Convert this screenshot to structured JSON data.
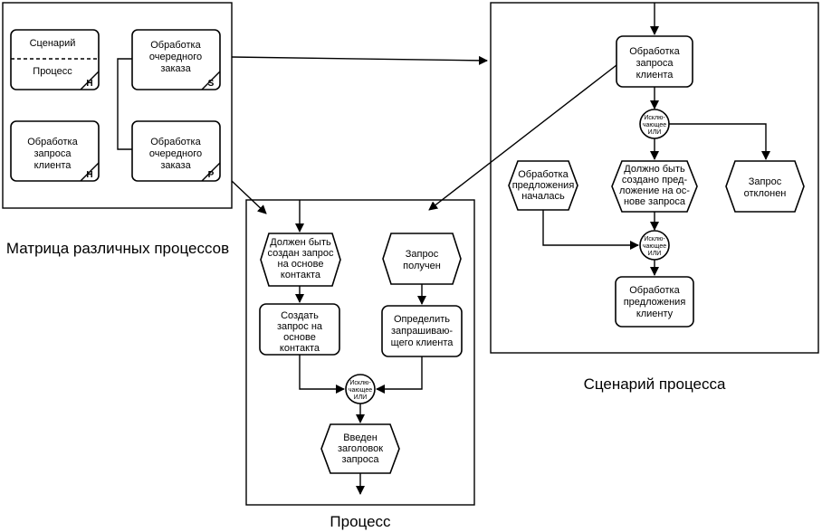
{
  "matrix": {
    "caption": "Матрица различных процессов",
    "legend": {
      "top": "Сценарий",
      "bottom": "Процесс",
      "badge": "H"
    },
    "cells": [
      {
        "lines": [
          "Обработка",
          "очередного",
          "заказа"
        ],
        "badge": "S"
      },
      {
        "lines": [
          "Обработка",
          "запроса",
          "клиента"
        ],
        "badge": "H"
      },
      {
        "lines": [
          "Обработка",
          "очередного",
          "заказа"
        ],
        "badge": "P"
      }
    ]
  },
  "scenario": {
    "caption": "Сценарий процесса",
    "function": [
      "Обработка",
      "запроса",
      "клиента"
    ],
    "xor_top": [
      "Исклю-",
      "чающее",
      "ИЛИ"
    ],
    "event_left": [
      "Обработка",
      "предложения",
      "началась"
    ],
    "event_mid": [
      "Должно быть",
      "создано пред-",
      "ложение на ос-",
      "нове запроса"
    ],
    "event_right": [
      "Запрос",
      "отклонен"
    ],
    "xor_bottom": [
      "Исклю-",
      "чающее",
      "ИЛИ"
    ],
    "function_bottom": [
      "Обработка",
      "предложения",
      "клиенту"
    ]
  },
  "process": {
    "caption": "Процесс",
    "event_left": [
      "Должен быть",
      "создан запрос",
      "на основе",
      "контакта"
    ],
    "event_right": [
      "Запрос",
      "получен"
    ],
    "func_left": [
      "Создать",
      "запрос на",
      "основе",
      "контакта"
    ],
    "func_right": [
      "Определить",
      "запрашиваю-",
      "щего клиента"
    ],
    "xor": [
      "Исклю-",
      "чающее",
      "ИЛИ"
    ],
    "event_bottom": [
      "Введен",
      "заголовок",
      "запроса"
    ]
  }
}
